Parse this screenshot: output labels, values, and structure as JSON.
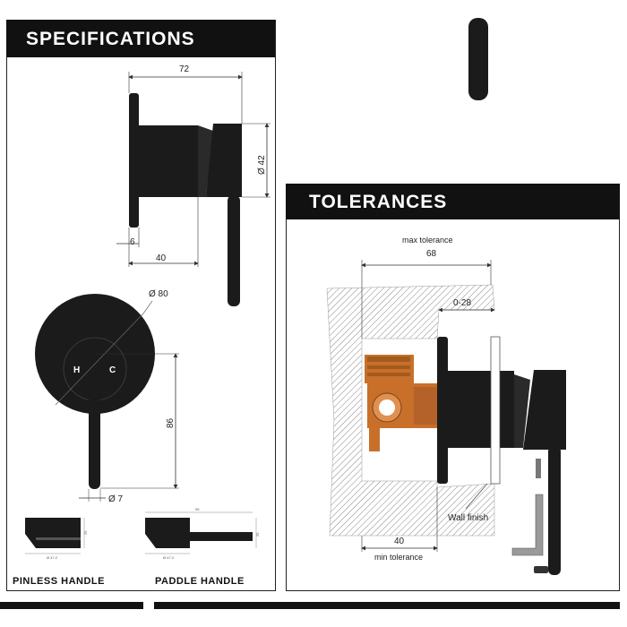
{
  "specifications": {
    "title": "SPECIFICATIONS",
    "dims": {
      "top_width": "72",
      "body_diameter": "Ø 42",
      "plate_depth": "6",
      "body_depth": "40",
      "plate_diameter": "Ø 80",
      "hot_label": "H",
      "cold_label": "C",
      "lever_length": "86",
      "lever_diameter": "Ø 7"
    },
    "pinless_handle": {
      "caption": "PINLESS HANDLE",
      "dim_h": "25",
      "dim_w": "Ø 47.2"
    },
    "paddle_handle": {
      "caption": "PADDLE  HANDLE",
      "dim_top": "95",
      "dim_h": "25",
      "dim_w": "Ø 47.2"
    }
  },
  "tolerances": {
    "title": "TOLERANCES",
    "max_label": "max tolerance",
    "max_value": "68",
    "range": "0-28",
    "wall_finish": "Wall finish",
    "min_value": "40",
    "min_label": "min tolerance"
  },
  "colors": {
    "fixture": "#1b1b1b",
    "copper": "#c8702a",
    "banner": "#111111"
  }
}
